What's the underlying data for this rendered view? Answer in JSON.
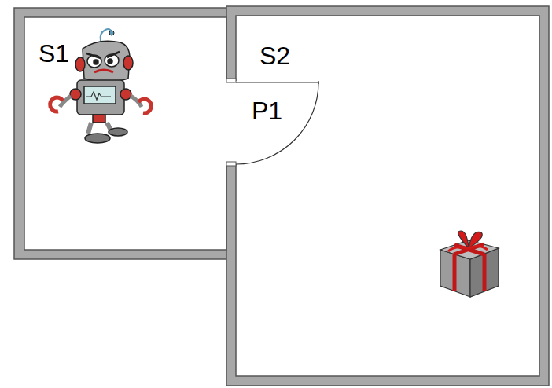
{
  "diagram": {
    "nodes": [
      {
        "text": [
          "S1"
        ]
      },
      {
        "text": [
          "S2"
        ]
      }
    ],
    "labels": [
      "P1"
    ]
  }
}
